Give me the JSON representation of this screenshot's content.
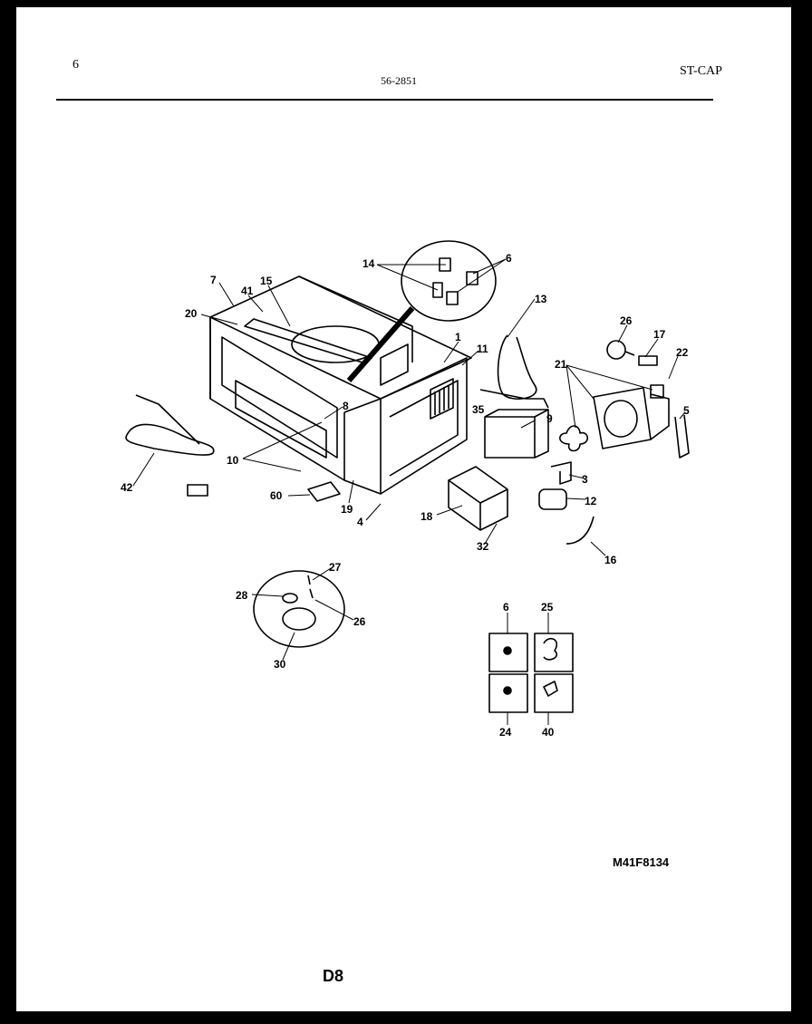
{
  "header": {
    "page_number": "6",
    "model_code": "56-2851",
    "section_code": "ST-CAP"
  },
  "footer": {
    "figure_id": "M41F8134",
    "page_code": "D8"
  },
  "callouts": [
    {
      "id": "c7",
      "text": "7"
    },
    {
      "id": "c41",
      "text": "41"
    },
    {
      "id": "c15",
      "text": "15"
    },
    {
      "id": "c20",
      "text": "20"
    },
    {
      "id": "c14",
      "text": "14"
    },
    {
      "id": "c6a",
      "text": "6"
    },
    {
      "id": "c13",
      "text": "13"
    },
    {
      "id": "c1",
      "text": "1"
    },
    {
      "id": "c11",
      "text": "11"
    },
    {
      "id": "c26a",
      "text": "26"
    },
    {
      "id": "c17",
      "text": "17"
    },
    {
      "id": "c22",
      "text": "22"
    },
    {
      "id": "c21",
      "text": "21"
    },
    {
      "id": "c5",
      "text": "5"
    },
    {
      "id": "c35",
      "text": "35"
    },
    {
      "id": "c9",
      "text": "9"
    },
    {
      "id": "c8",
      "text": "8"
    },
    {
      "id": "c10",
      "text": "10"
    },
    {
      "id": "c42",
      "text": "42"
    },
    {
      "id": "c60",
      "text": "60"
    },
    {
      "id": "c19",
      "text": "19"
    },
    {
      "id": "c4",
      "text": "4"
    },
    {
      "id": "c18",
      "text": "18"
    },
    {
      "id": "c32",
      "text": "32"
    },
    {
      "id": "c3",
      "text": "3"
    },
    {
      "id": "c12",
      "text": "12"
    },
    {
      "id": "c16",
      "text": "16"
    },
    {
      "id": "c27",
      "text": "27"
    },
    {
      "id": "c28",
      "text": "28"
    },
    {
      "id": "c26b",
      "text": "26"
    },
    {
      "id": "c30",
      "text": "30"
    },
    {
      "id": "c6b",
      "text": "6"
    },
    {
      "id": "c25",
      "text": "25"
    },
    {
      "id": "c24",
      "text": "24"
    },
    {
      "id": "c40",
      "text": "40"
    }
  ]
}
